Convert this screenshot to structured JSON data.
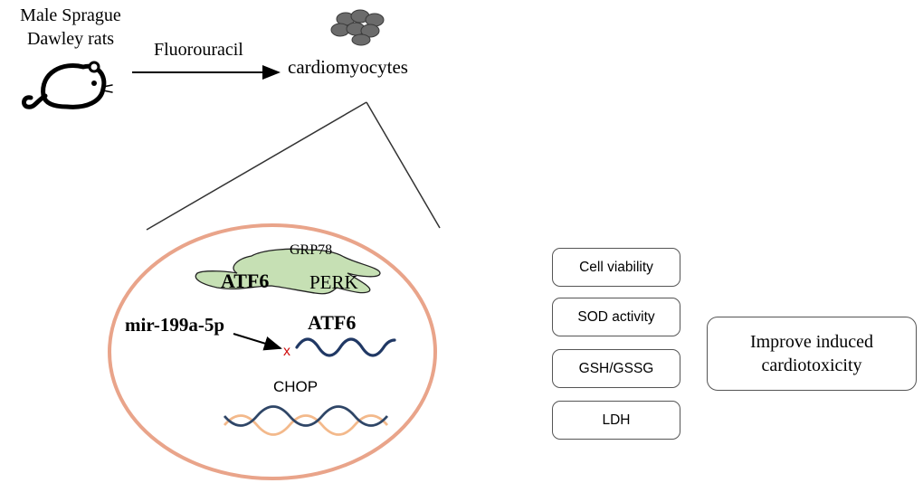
{
  "title": "",
  "nodes": {
    "animal": "Male Sprague Dawley rats",
    "treatment": "Fluorouracil",
    "cells": "cardiomyocytes"
  },
  "cell_contents": {
    "er_labels": {
      "grp78": "GRP78",
      "atf6": "ATF6",
      "perk": "PERK"
    },
    "mirna": "mir-199a-5p",
    "inhibition_mark": "x",
    "target_mrna": "ATF6",
    "downstream": "CHOP"
  },
  "assays": [
    "Cell viability",
    "SOD activity",
    "GSH/GSSG",
    "LDH"
  ],
  "outcome": {
    "line1": "Improve induced",
    "line2": "cardiotoxicity"
  },
  "colors": {
    "er_fill": "#c6e0b4",
    "cell_membrane": "#e9a48a",
    "inhibition": "#d01010",
    "dna_strand_a": "#f3b98b",
    "dna_strand_b": "#2f4667",
    "mrna": "#203864",
    "cell_cluster": "#6b6b6b"
  },
  "icons": {
    "rat": "rat-icon",
    "cell_cluster": "cell-cluster-icon"
  }
}
